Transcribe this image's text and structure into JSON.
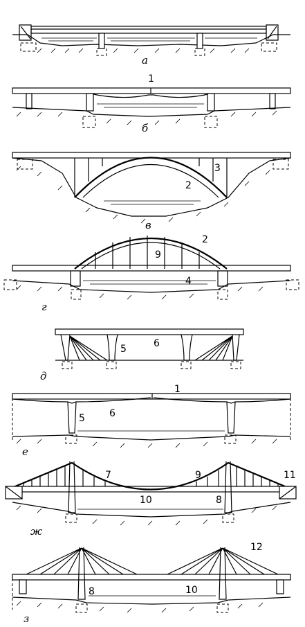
{
  "figure": {
    "panels": [
      {
        "id": "a",
        "label": "а",
        "numbers": []
      },
      {
        "id": "b",
        "label": "б",
        "numbers": [
          "1"
        ]
      },
      {
        "id": "v",
        "label": "в",
        "numbers": [
          "3",
          "2"
        ]
      },
      {
        "id": "g",
        "label": "г",
        "numbers": [
          "2",
          "9",
          "4"
        ]
      },
      {
        "id": "d",
        "label": "д",
        "numbers": [
          "5",
          "6"
        ]
      },
      {
        "id": "e",
        "label": "е",
        "numbers": [
          "1",
          "5",
          "6"
        ]
      },
      {
        "id": "zh",
        "label": "ж",
        "numbers": [
          "7",
          "9",
          "11",
          "10",
          "8"
        ]
      },
      {
        "id": "z",
        "label": "з",
        "numbers": [
          "12",
          "8",
          "10"
        ]
      }
    ]
  },
  "colors": {
    "ink": "#000000",
    "paper": "#ffffff"
  }
}
